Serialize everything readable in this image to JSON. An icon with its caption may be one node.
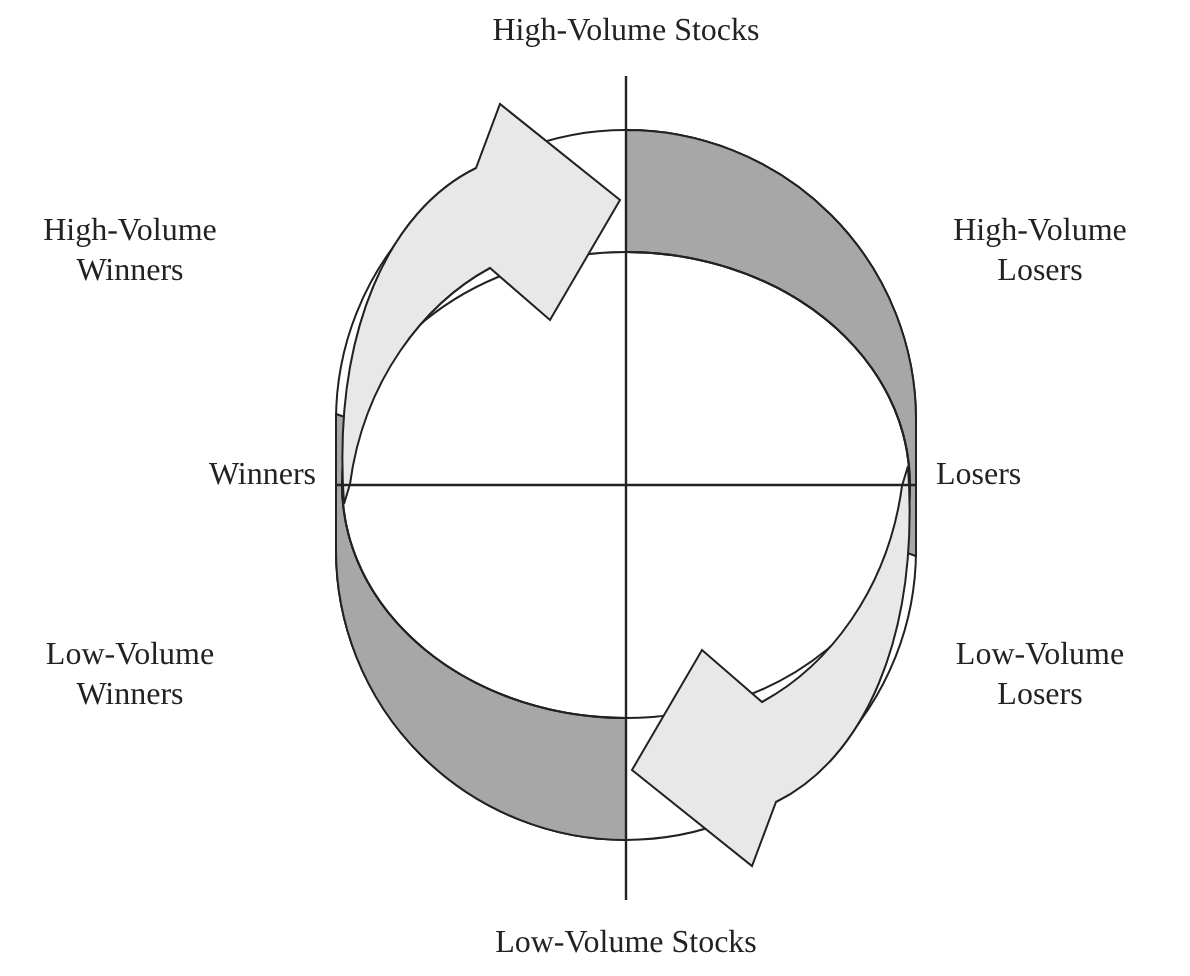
{
  "diagram": {
    "labels": [
      "High-Volume Stocks",
      "High-Volume Winners",
      "High-Volume Losers",
      "Winners",
      "Losers",
      "Low-Volume Winners",
      "Low-Volume Losers",
      "Low-Volume Stocks"
    ]
  }
}
